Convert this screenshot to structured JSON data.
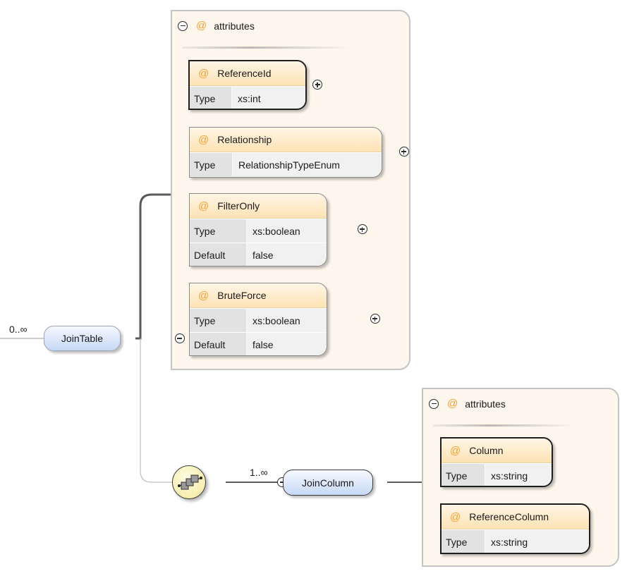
{
  "diagram": {
    "root": {
      "label": "JoinTable",
      "cardinality": "0..∞",
      "expanded": true,
      "attributes_group": {
        "label": "attributes",
        "expanded": true,
        "items": [
          {
            "name": "ReferenceId",
            "rows": [
              {
                "key": "Type",
                "value": "xs:int"
              }
            ],
            "selected": true
          },
          {
            "name": "Relationship",
            "rows": [
              {
                "key": "Type",
                "value": "RelationshipTypeEnum"
              }
            ],
            "selected": false
          },
          {
            "name": "FilterOnly",
            "rows": [
              {
                "key": "Type",
                "value": "xs:boolean"
              },
              {
                "key": "Default",
                "value": "false"
              }
            ],
            "selected": false
          },
          {
            "name": "BruteForce",
            "rows": [
              {
                "key": "Type",
                "value": "xs:boolean"
              },
              {
                "key": "Default",
                "value": "false"
              }
            ],
            "selected": false
          }
        ]
      },
      "sequence": {
        "icon": "sequence-compositor-icon",
        "expanded": true,
        "child": {
          "label": "JoinColumn",
          "cardinality": "1..∞",
          "expanded": true,
          "attributes_group": {
            "label": "attributes",
            "expanded": true,
            "items": [
              {
                "name": "Column",
                "rows": [
                  {
                    "key": "Type",
                    "value": "xs:string"
                  }
                ],
                "selected": true
              },
              {
                "name": "ReferenceColumn",
                "rows": [
                  {
                    "key": "Type",
                    "value": "xs:string"
                  }
                ],
                "selected": true
              }
            ]
          }
        }
      }
    },
    "symbols": {
      "attribute": "@"
    },
    "colors": {
      "group_bg": "#fdf6ec",
      "attr_header": "#fde2b4",
      "attr_symbol": "#f0a030",
      "node_fill": "#c7d9f6",
      "sequence_fill": "#f7eeb0"
    }
  }
}
